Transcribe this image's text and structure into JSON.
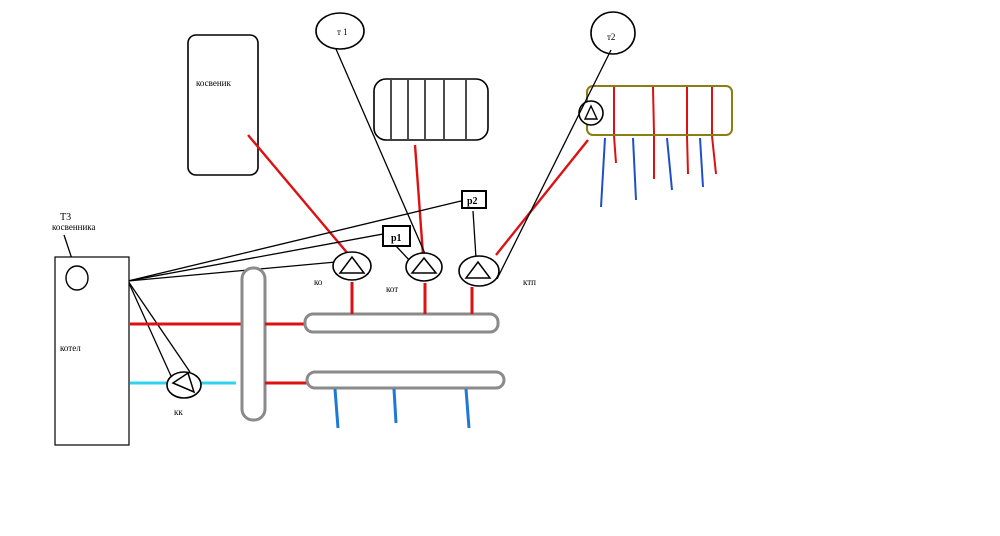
{
  "labels": {
    "kosvennik": "косвеник",
    "t1": "т 1",
    "t2": "т2",
    "p1": "р1",
    "p2": "р2",
    "t3_line1": "Т3",
    "t3_line2": "косвенника",
    "kotel": "котел",
    "pump_kk": "кк",
    "pump_ko": "ко",
    "pump_kot": "кот",
    "pump_ktp": "ктп"
  },
  "colors": {
    "supply": "#dd1111",
    "return": "#1f4fc8",
    "return_light": "#2fd3ee",
    "return_mid": "#1e78d8",
    "manifold": "#8a8a8a",
    "floor_frame": "#8a7d12",
    "wire": "#000000"
  }
}
